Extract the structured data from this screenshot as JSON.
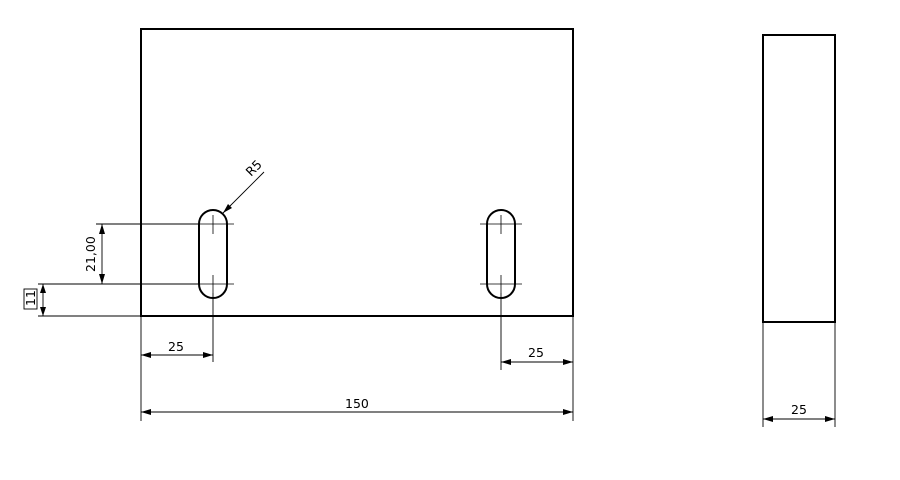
{
  "dimensions": {
    "radius": "R5",
    "slot_length": "21,00",
    "slot_offset": "11",
    "left_offset": "25",
    "right_offset": "25",
    "overall_width": "150",
    "side_thickness": "25"
  },
  "colors": {
    "line": "#000000",
    "background": "#ffffff"
  }
}
